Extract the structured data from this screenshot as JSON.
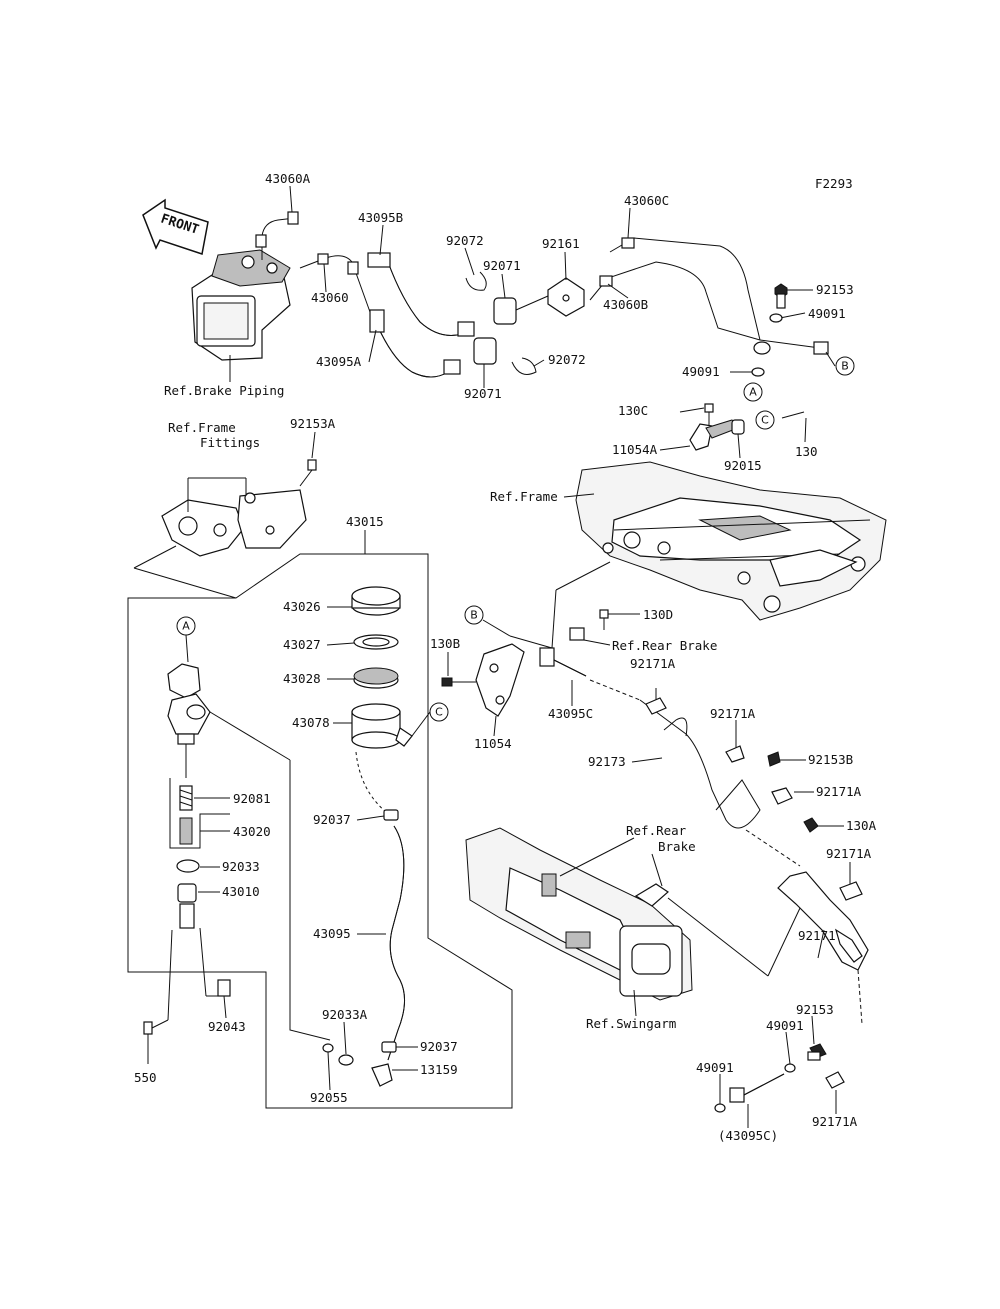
{
  "figure_id": "F2293",
  "front_label": "FRONT",
  "callouts": {
    "A": "A",
    "B": "B",
    "C": "C"
  },
  "labels": {
    "p43060A": "43060A",
    "p43095B": "43095B",
    "p92072_top": "92072",
    "p92161": "92161",
    "p43060C": "43060C",
    "p92071_top": "92071",
    "p43060": "43060",
    "p43060B": "43060B",
    "p92153": "92153",
    "p49091_top": "49091",
    "p43095A": "43095A",
    "p92072_bot": "92072",
    "p92071_bot": "92071",
    "p49091_mid": "49091",
    "ref_brake_piping": "Ref.Brake Piping",
    "p130C": "130C",
    "p130": "130",
    "p11054A": "11054A",
    "p92015": "92015",
    "ref_frame_fittings_1": "Ref.Frame",
    "ref_frame_fittings_2": "Fittings",
    "p92153A": "92153A",
    "ref_frame": "Ref.Frame",
    "p43015": "43015",
    "p43026": "43026",
    "p43027": "43027",
    "p43028": "43028",
    "p43078": "43078",
    "p130D": "130D",
    "p130B": "130B",
    "ref_rear_brake_1": "Ref.Rear Brake",
    "p92171A_1": "92171A",
    "p11054": "11054",
    "p43095C": "43095C",
    "p92171A_2": "92171A",
    "p92173": "92173",
    "p92153B": "92153B",
    "p92171A_3": "92171A",
    "p92081": "92081",
    "p43020": "43020",
    "p92037_top": "92037",
    "p130A": "130A",
    "ref_rear_brake_2a": "Ref.Rear",
    "ref_rear_brake_2b": "Brake",
    "p92171A_4": "92171A",
    "p92033": "92033",
    "p43010": "43010",
    "p43095": "43095",
    "p92171": "92171",
    "p92043": "92043",
    "ref_swingarm": "Ref.Swingarm",
    "p92033A": "92033A",
    "p92037_bot": "92037",
    "p13159": "13159",
    "p92153_bot": "92153",
    "p49091_bot1": "49091",
    "p49091_bot2": "49091",
    "p550": "550",
    "p92055": "92055",
    "p92171A_5": "92171A",
    "p43095C_paren": "(43095C)"
  }
}
